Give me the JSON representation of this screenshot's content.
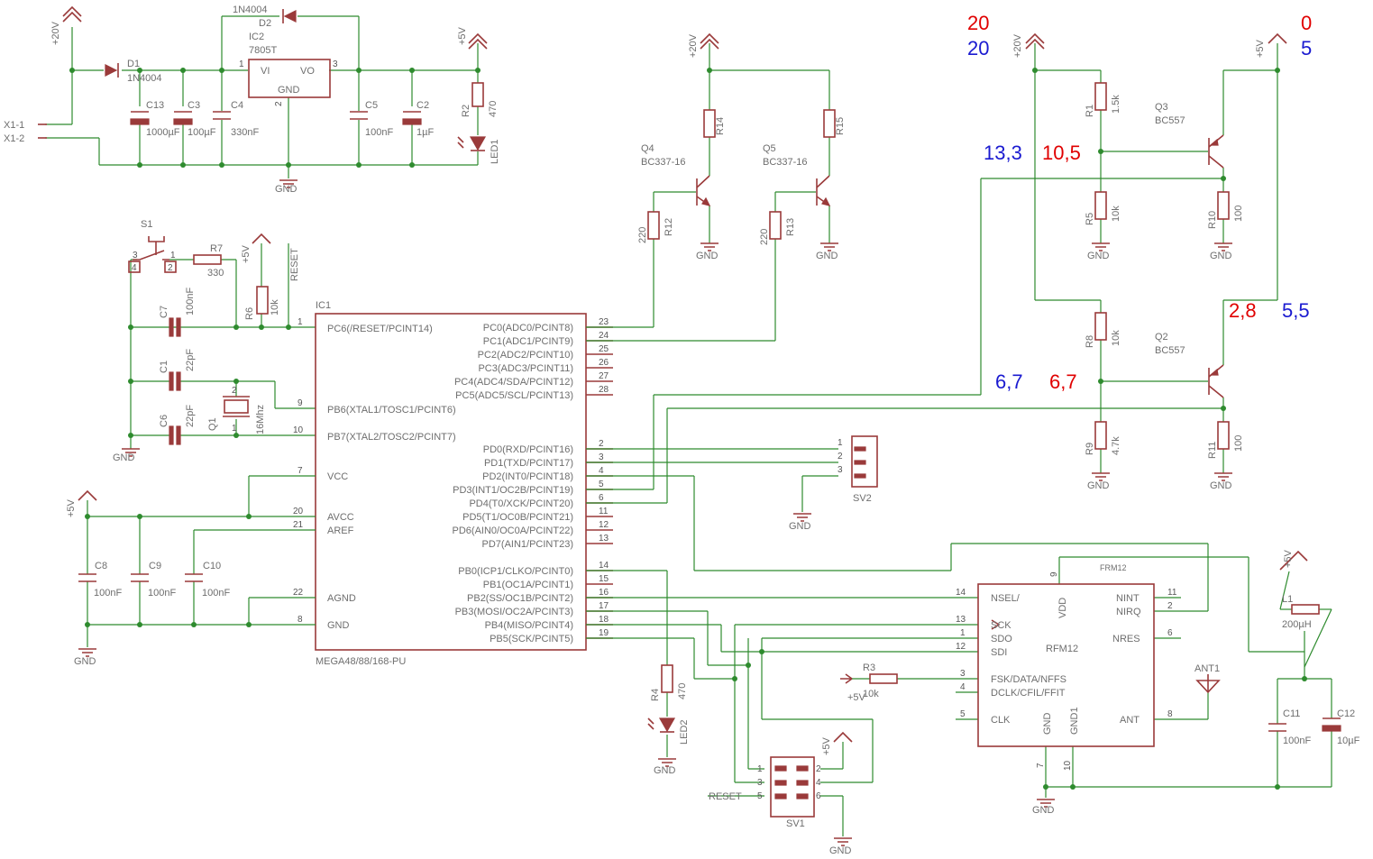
{
  "labels": {
    "gnd": "GND",
    "v20": "+20V",
    "v5": "+5V"
  },
  "power": {
    "x1_1": "X1-1",
    "x1_2": "X1-2",
    "d1": "D1",
    "d1_value": "1N4004",
    "d2": "D2",
    "d2_value": "1N4004",
    "ic2": "IC2",
    "ic2_value": "7805T",
    "pin_vi": "VI",
    "pin_vo": "VO",
    "c13": "C13",
    "c13_value": "1000µF",
    "c3": "C3",
    "c3_value": "100µF",
    "c4": "C4",
    "c4_value": "330nF",
    "c5": "C5",
    "c5_value": "100nF",
    "c2": "C2",
    "c2_value": "1µF",
    "r2": "R2",
    "r2_value": "470",
    "led1": "LED1"
  },
  "mcu": {
    "s1": "S1",
    "r7": "R7",
    "r7_value": "330",
    "r6": "R6",
    "r6_value": "10k",
    "reset": "RESET",
    "c7": "C7",
    "c7_value": "100nF",
    "c1": "C1",
    "c1_value": "22pF",
    "c6": "C6",
    "c6_value": "22pF",
    "q1": "Q1",
    "q1_value": "16Mhz",
    "ic1": "IC1",
    "part": "MEGA48/88/168-PU",
    "pc6": "PC6(/RESET/PCINT14)",
    "pb6": "PB6(XTAL1/TOSC1/PCINT6)",
    "pb7": "PB7(XTAL2/TOSC2/PCINT7)",
    "vcc": "VCC",
    "avcc": "AVCC",
    "aref": "AREF",
    "agnd": "AGND",
    "c8": "C8",
    "c9": "C9",
    "c10": "C10",
    "cap_100nf": "100nF",
    "right_pins": [
      {
        "label": "PC0(ADC0/PCINT8)",
        "num": "23"
      },
      {
        "label": "PC1(ADC1/PCINT9)",
        "num": "24"
      },
      {
        "label": "PC2(ADC2/PCINT10)",
        "num": "25"
      },
      {
        "label": "PC3(ADC3/PCINT11)",
        "num": "26"
      },
      {
        "label": "PC4(ADC4/SDA/PCINT12)",
        "num": "27"
      },
      {
        "label": "PC5(ADC5/SCL/PCINT13)",
        "num": "28"
      },
      {
        "label": "",
        "num": ""
      },
      {
        "label": "",
        "num": ""
      },
      {
        "label": "",
        "num": ""
      },
      {
        "label": "PD0(RXD/PCINT16)",
        "num": "2"
      },
      {
        "label": "PD1(TXD/PCINT17)",
        "num": "3"
      },
      {
        "label": "PD2(INT0/PCINT18)",
        "num": "4"
      },
      {
        "label": "PD3(INT1/OC2B/PCINT19)",
        "num": "5"
      },
      {
        "label": "PD4(T0/XCK/PCINT20)",
        "num": "6"
      },
      {
        "label": "PD5(T1/OC0B/PCINT21)",
        "num": "11"
      },
      {
        "label": "PD6(AIN0/OC0A/PCINT22)",
        "num": "12"
      },
      {
        "label": "PD7(AIN1/PCINT23)",
        "num": "13"
      },
      {
        "label": "",
        "num": ""
      },
      {
        "label": "PB0(ICP1/CLKO/PCINT0)",
        "num": "14"
      },
      {
        "label": "PB1(OC1A/PCINT1)",
        "num": "15"
      },
      {
        "label": "PB2(SS/OC1B/PCINT2)",
        "num": "16"
      },
      {
        "label": "PB3(MOSI/OC2A/PCINT3)",
        "num": "17"
      },
      {
        "label": "PB4(MISO/PCINT4)",
        "num": "18"
      },
      {
        "label": "PB5(SCK/PCINT5)",
        "num": "19"
      }
    ]
  },
  "drivers": {
    "r14": "R14",
    "r15": "R15",
    "q4": "Q4",
    "q4_value": "BC337-16",
    "q5": "Q5",
    "q5_value": "BC337-16",
    "r12": "R12",
    "r13": "R13",
    "r_220": "220"
  },
  "shifter": {
    "r1": "R1",
    "r1_value": "1.5k",
    "r5": "R5",
    "r8": "R8",
    "r10k": "10k",
    "r9": "R9",
    "r9_value": "4.7k",
    "r10": "R10",
    "r11": "R11",
    "r100": "100",
    "q3": "Q3",
    "q3_value": "BC557",
    "q2": "Q2",
    "q2_value": "BC557"
  },
  "annotations": {
    "a20_red": "20",
    "a20_blue": "20",
    "a0_red": "0",
    "a5_blue": "5",
    "a13_3_blue": "13,3",
    "a10_5_red": "10,5",
    "a2_8_red": "2,8",
    "a5_5_blue": "5,5",
    "a6_7_blue": "6,7",
    "a6_7_red": "6,7",
    "colors": {
      "red": "#e00000",
      "blue": "#1a1ad0"
    }
  },
  "sv2": {
    "label": "SV2"
  },
  "rfm": {
    "frm12": "FRM12",
    "name": "RFM12",
    "nsel": "NSEL/",
    "sck": "SCK",
    "sdo": "SDO",
    "sdi": "SDI",
    "fsk": "FSK/DATA/NFFS",
    "dclk": "DCLK/CFIL/FFIT",
    "clk": "CLK",
    "nint": "NINT",
    "nirq": "NIRQ",
    "nres": "NRES",
    "ant": "ANT",
    "vdd": "VDD",
    "gnd1": "GND1",
    "ant1": "ANT1",
    "r3": "R3",
    "r3_value": "10k",
    "r4": "R4",
    "r4_value": "470",
    "led2": "LED2",
    "sv1": "SV1",
    "l1": "L1",
    "l1_value": "200µH",
    "c11": "C11",
    "c11_value": "100nF",
    "c12": "C12",
    "c12_value": "10µF"
  },
  "colors": {
    "wire": "#2e8b2e",
    "part": "#9a3a3a",
    "text": "#6e6e6e"
  }
}
